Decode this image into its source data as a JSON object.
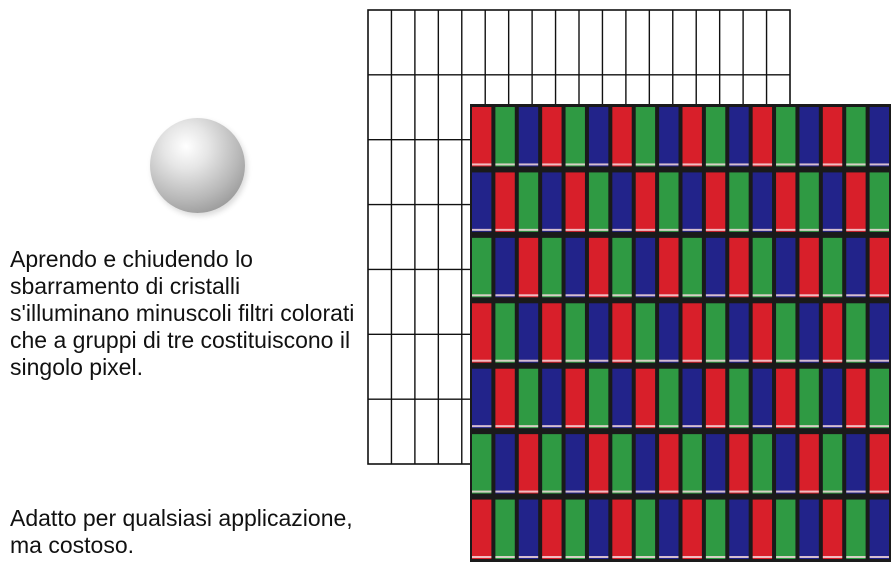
{
  "captions": {
    "filters_text": "Aprendo e chiudendo lo sbarramento di cristalli s'illuminano minuscoli filtri colorati che a gruppi di tre costituiscono il singolo pixel.",
    "summary_text": "Adatto per qualsiasi applicazione, ma costoso."
  },
  "colors": {
    "red": "#d81f2a",
    "green": "#2f9a43",
    "blue": "#22238a",
    "grid_line": "#111111",
    "background": "#ffffff"
  },
  "diagram": {
    "grid_rows": 7,
    "grid_columns": 18,
    "filter_rows": 7,
    "filter_columns": 18,
    "filter_pattern": [
      "red",
      "green",
      "blue"
    ]
  }
}
